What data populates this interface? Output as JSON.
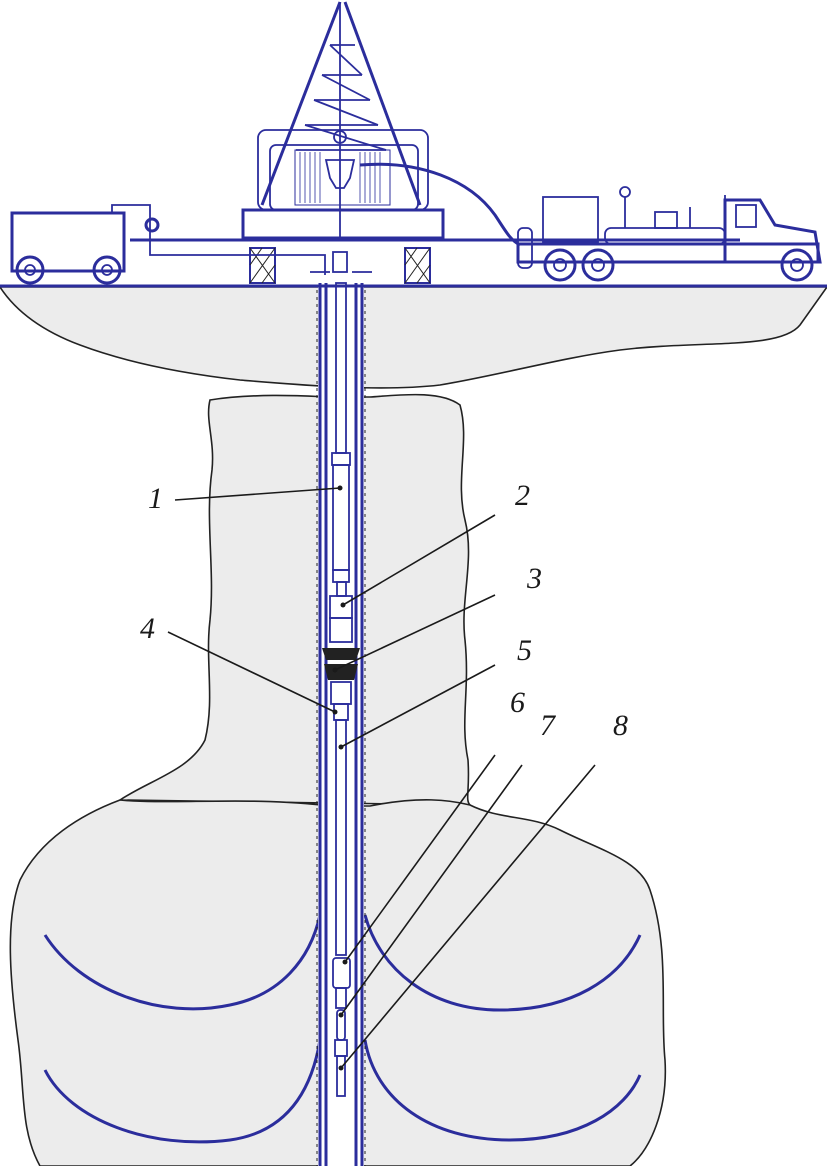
{
  "diagram": {
    "title": "",
    "colors": {
      "equipment": "#2b2d9c",
      "leader": "#1a1a1a",
      "ground": "#ececec",
      "packer": "#222222"
    },
    "components": [
      {
        "id": "derrick",
        "name": "drilling-rig-derrick"
      },
      {
        "id": "trailer",
        "name": "equipment-trailer"
      },
      {
        "id": "truck",
        "name": "pump-truck"
      },
      {
        "id": "wellbore",
        "name": "wellbore-casing"
      },
      {
        "id": "surface-layer",
        "name": "surface-rock-layer"
      },
      {
        "id": "upper-formation",
        "name": "upper-formation"
      },
      {
        "id": "reservoir",
        "name": "reservoir-formation"
      }
    ],
    "callouts": [
      {
        "label": "1",
        "target": "tubing-upper"
      },
      {
        "label": "2",
        "target": "tool-connector"
      },
      {
        "label": "3",
        "target": "packer"
      },
      {
        "label": "4",
        "target": "tubing-lower-body"
      },
      {
        "label": "5",
        "target": "tubing-string"
      },
      {
        "label": "6",
        "target": "perforating-gun-upper"
      },
      {
        "label": "7",
        "target": "perforating-gun-middle"
      },
      {
        "label": "8",
        "target": "perforating-gun-lower"
      }
    ]
  }
}
